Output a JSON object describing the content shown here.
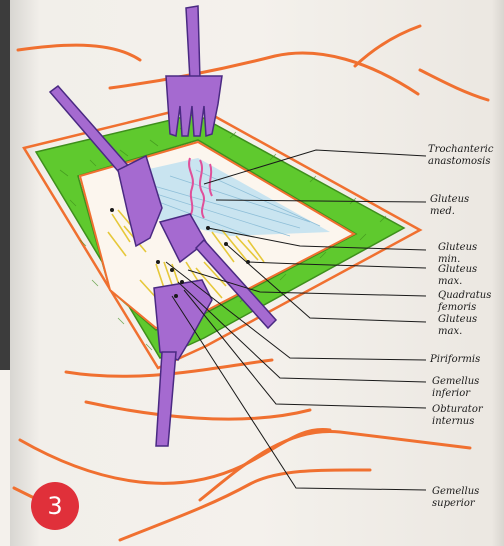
{
  "figure_number": "3",
  "labels": {
    "trochanteric_line1": "Trochanteric",
    "trochanteric_line2": "anastomosis",
    "gluteus_med_line1": "Gluteus",
    "gluteus_med_line2": "med.",
    "gluteus_min_line1": "Gluteus",
    "gluteus_min_line2": "min.",
    "gluteus_max_a_line1": "Gluteus",
    "gluteus_max_a_line2": "max.",
    "quadratus_line1": "Quadratus",
    "quadratus_line2": "femoris",
    "gluteus_max_b_line1": "Gluteus",
    "gluteus_max_b_line2": "max.",
    "piriformis": "Piriformis",
    "gemellus_inferior_line1": "Gemellus",
    "gemellus_inferior_line2": "inferior",
    "obturator_line1": "Obturator",
    "obturator_line2": "internus",
    "gemellus_superior_line1": "Gemellus",
    "gemellus_superior_line2": "superior"
  },
  "colors": {
    "skin_line": "#f07030",
    "muscle_green": "#5fc92e",
    "retractor_purple": "#a56ad0",
    "retractor_outline": "#4a2a82",
    "tendon_yellow": "#e6d84a",
    "deep_blue": "#bfe0f0",
    "vessel_pink": "#e0509a",
    "leader_line": "#1a1a1a",
    "badge_red": "#e0303a"
  }
}
